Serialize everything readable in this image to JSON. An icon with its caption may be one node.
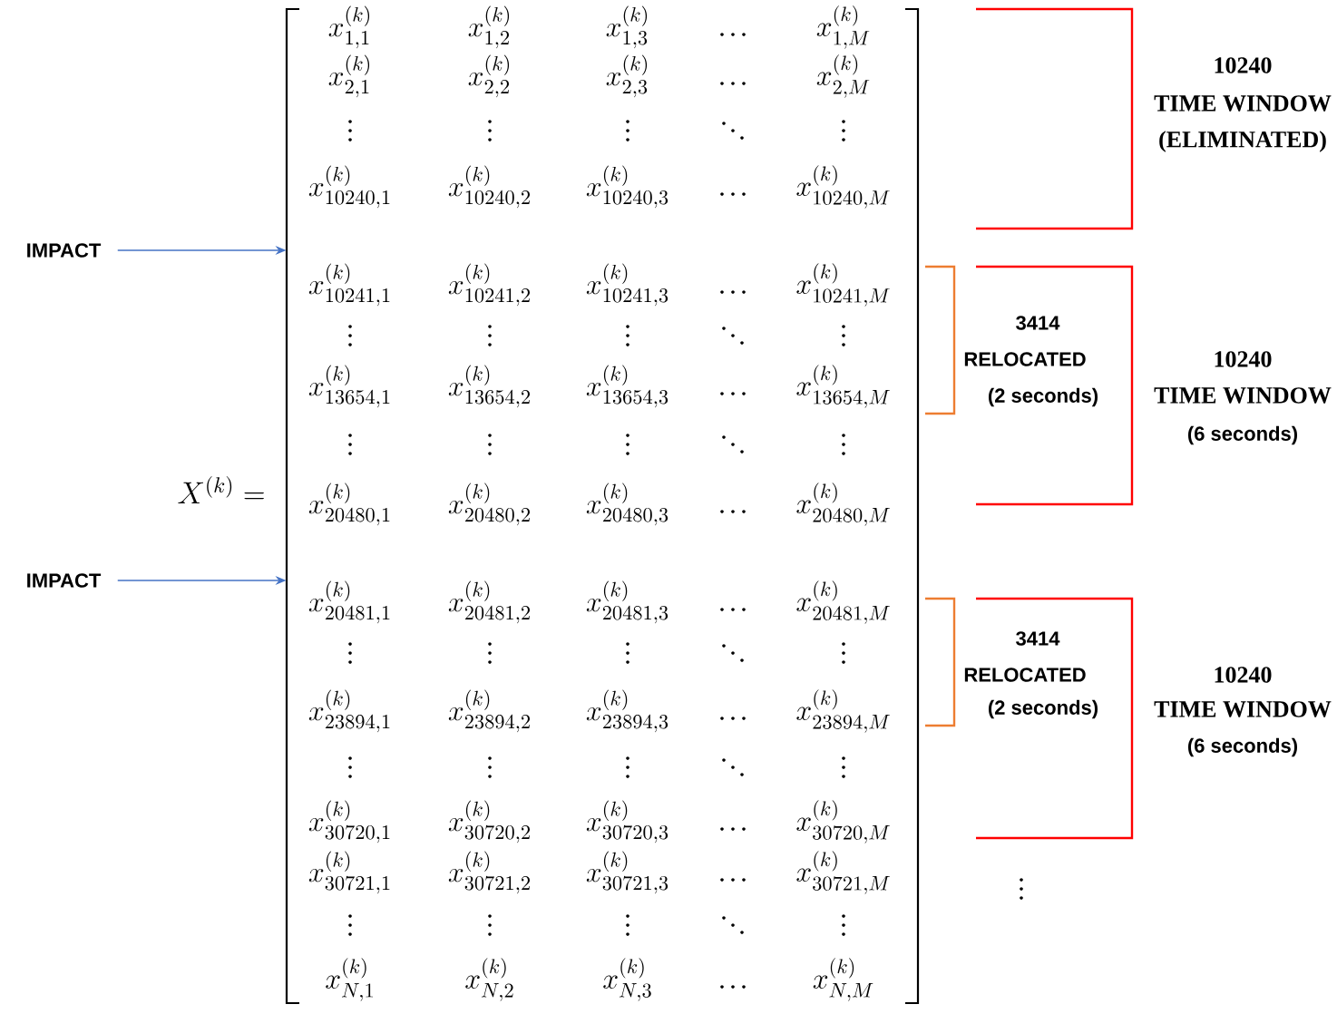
{
  "diagram": {
    "nodes": [
      {
        "text": [
          "IMPACT"
        ]
      },
      {
        "text": [
          "IMPACT"
        ]
      },
      {
        "text": [
          "x^{(k)}_{1,1}",
          "x^{(k)}_{1,2}",
          "x^{(k)}_{1,3}",
          "x^{(k)}_{1,M}",
          "x^{(k)}_{2,1}",
          "x^{(k)}_{2,2}",
          "x^{(k)}_{2,3}",
          "x^{(k)}_{2,M}",
          "x^{(k)}_{10240,1}",
          "x^{(k)}_{10240,2}",
          "x^{(k)}_{10240,3}",
          "x^{(k)}_{10240,M}",
          "x^{(k)}_{10241,1}",
          "x^{(k)}_{10241,2}",
          "x^{(k)}_{10241,3}",
          "x^{(k)}_{10241,M}",
          "x^{(k)}_{13654,1}",
          "x^{(k)}_{13654,2}",
          "x^{(k)}_{13654,3}",
          "x^{(k)}_{13654,M}",
          "x^{(k)}_{20480,1}",
          "x^{(k)}_{20480,2}",
          "x^{(k)}_{20480,3}",
          "x^{(k)}_{20480,M}",
          "x^{(k)}_{20481,1}",
          "x^{(k)}_{20481,2}",
          "x^{(k)}_{20481,3}",
          "x^{(k)}_{20481,M}",
          "x^{(k)}_{23894,1}",
          "x^{(k)}_{23894,2}",
          "x^{(k)}_{23894,3}",
          "x^{(k)}_{23894,M}",
          "x^{(k)}_{30720,1}",
          "x^{(k)}_{30720,2}",
          "x^{(k)}_{30720,3}",
          "x^{(k)}_{30720,M}",
          "x^{(k)}_{30721,1}",
          "x^{(k)}_{30721,2}",
          "x^{(k)}_{30721,3}",
          "x^{(k)}_{30721,M}",
          "x^{(k)}_{N,1}",
          "x^{(k)}_{N,2}",
          "x^{(k)}_{N,3}",
          "x^{(k)}_{N,M}"
        ]
      }
    ],
    "edges": [
      {
        "from": 0,
        "to": 2,
        "arrow": "to"
      },
      {
        "from": 1,
        "to": 2,
        "arrow": "to"
      }
    ],
    "labels": [
      "X^{(k)} =",
      "10240",
      "TIME WINDOW",
      "(ELIMINATED)",
      "3414",
      "RELOCATED",
      "(2 seconds)",
      "10240",
      "TIME WINDOW",
      "(6 seconds)",
      "3414",
      "RELOCATED",
      "(2 seconds)",
      "10240",
      "TIME WINDOW",
      "(6 seconds)"
    ]
  }
}
